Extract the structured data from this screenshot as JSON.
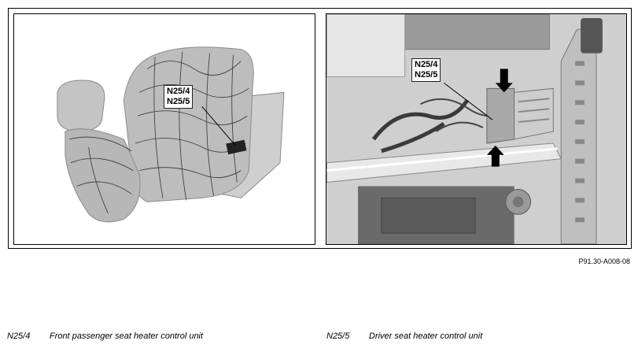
{
  "figure": {
    "left_callout": [
      "N25/4",
      "N25/5"
    ],
    "right_callout": [
      "N25/4",
      "N25/5"
    ],
    "reference_code": "P91.30-A008-08"
  },
  "legend": [
    {
      "code": "N25/4",
      "description": "Front passenger seat heater control unit"
    },
    {
      "code": "N25/5",
      "description": "Driver seat heater control unit"
    }
  ]
}
